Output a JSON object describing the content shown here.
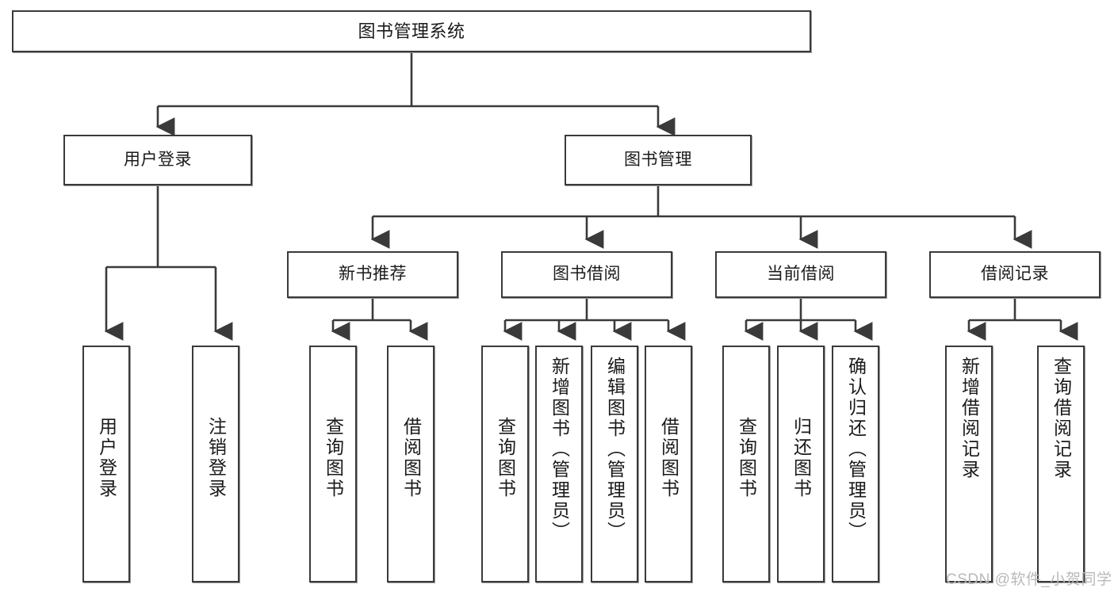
{
  "diagram": {
    "title": "图书管理系统",
    "type": "hierarchy-tree",
    "levels": 4,
    "root": {
      "label": "图书管理系统"
    },
    "level2": [
      {
        "label": "用户登录"
      },
      {
        "label": "图书管理"
      }
    ],
    "level3": [
      {
        "label": "新书推荐"
      },
      {
        "label": "图书借阅"
      },
      {
        "label": "当前借阅"
      },
      {
        "label": "借阅记录"
      }
    ],
    "leaves": {
      "user_login": [
        {
          "label": "用户登录"
        },
        {
          "label": "注销登录"
        }
      ],
      "new_book_recommend": [
        {
          "label": "查询图书"
        },
        {
          "label": "借阅图书"
        }
      ],
      "book_borrow": [
        {
          "label": "查询图书"
        },
        {
          "label": "新增图书（管理员）"
        },
        {
          "label": "编辑图书（管理员）"
        },
        {
          "label": "借阅图书"
        }
      ],
      "current_borrow": [
        {
          "label": "查询图书"
        },
        {
          "label": "归还图书"
        },
        {
          "label": "确认归还（管理员）"
        }
      ],
      "borrow_record": [
        {
          "label": "新增借阅记录"
        },
        {
          "label": "查询借阅记录"
        }
      ]
    }
  },
  "watermark": {
    "text": "CSDN @软件_小贺同学"
  },
  "colors": {
    "stroke": "#3a3a3a",
    "box_fill": "#ffffff",
    "text": "#1a1a1a",
    "watermark": "#b9b9b9",
    "background": "#ffffff"
  }
}
